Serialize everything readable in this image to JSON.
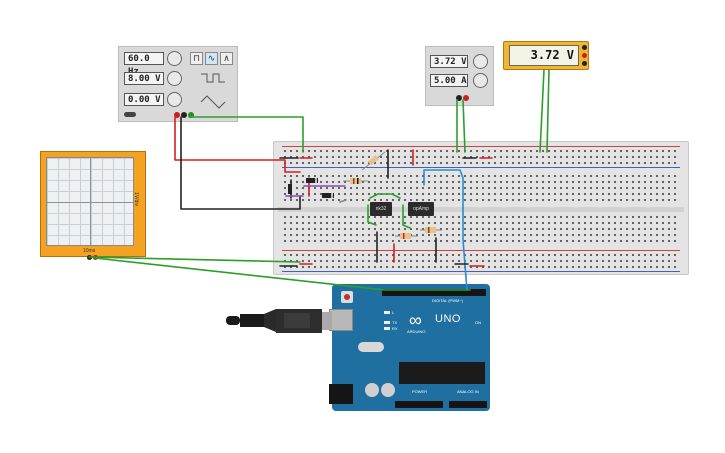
{
  "function_generator": {
    "frequency": "60.0 Hz",
    "amplitude": "8.00 V",
    "offset": "0.00 V"
  },
  "power_supply": {
    "voltage": "3.72 V",
    "current": "5.00 A"
  },
  "multimeter": {
    "reading": "3.72 V"
  },
  "oscilloscope": {
    "side_label": "1V/div",
    "bottom_label": "10ms"
  },
  "ics": {
    "chip1": "nk32",
    "chip2": "opAmp"
  },
  "arduino": {
    "logo": "∞",
    "brand": "ARDUINO",
    "model": "UNO",
    "digital_label": "DIGITAL (PWM~)",
    "power_label": "POWER",
    "analog_label": "ANALOG IN",
    "on_label": "ON",
    "tx_label": "TX",
    "rx_label": "RX",
    "l_label": "L"
  },
  "icons": [
    "knob-icon",
    "sine-wave-icon",
    "square-wave-icon",
    "triangle-wave-icon",
    "toggle-switch-icon",
    "usb-cable-icon"
  ],
  "colors": {
    "wire_red": "#d42020",
    "wire_green": "#2aa02a",
    "wire_black": "#222222",
    "wire_blue": "#2a8ad4",
    "breadboard": "#e4e4e4",
    "arduino": "#1f6fa0",
    "scope": "#f0a020"
  }
}
